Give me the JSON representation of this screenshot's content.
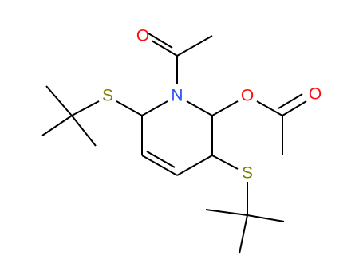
{
  "colors": {
    "bond": "#000000",
    "oxygen": "#ff0d0d",
    "nitrogen": "#3050f8",
    "sulfur": "#808000",
    "background": "#ffffff"
  },
  "atoms": {
    "o_carbonyl_acetyl": "O",
    "n_ring": "N",
    "o_ester": "O",
    "o_carbonyl_acetate": "O",
    "s_left": "S",
    "s_bottom": "S"
  }
}
